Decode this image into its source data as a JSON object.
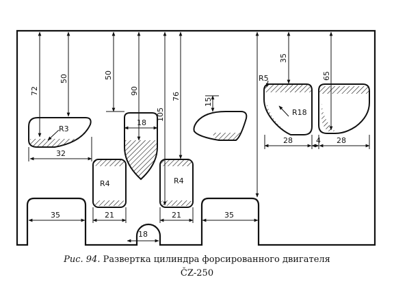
{
  "caption": {
    "figure": "Рис. 94.",
    "text": "Развертка цилиндра форсированного двигателя",
    "model": "ČZ-250"
  },
  "dimensions": {
    "d72": "72",
    "d50a": "50",
    "d50b": "50",
    "d90": "90",
    "d105": "105",
    "d76": "76",
    "d15": "15",
    "r5": "R5",
    "d35top": "35",
    "d65": "65",
    "r3": "R3",
    "d32": "32",
    "d18top": "18",
    "r18": "R18",
    "d28a": "28",
    "d4": "4",
    "d28b": "28",
    "r4a": "R4",
    "r4b": "R4",
    "d21a": "21",
    "d21b": "21",
    "d35a": "35",
    "d35b": "35",
    "d18bot": "18"
  }
}
